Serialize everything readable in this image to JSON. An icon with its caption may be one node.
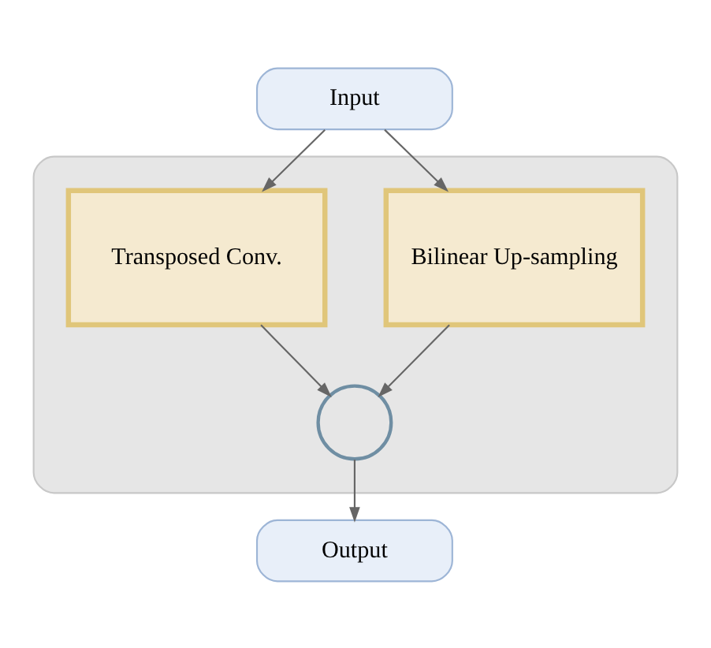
{
  "diagram": {
    "nodes": [
      {
        "text": [
          "Input"
        ]
      },
      {
        "text": [],
        "shape": "box"
      },
      {
        "text": [
          "Bilinear Up-sampling"
        ],
        "in": 1
      },
      {
        "text": [
          "Transposed Conv."
        ],
        "in": 1
      },
      {
        "text": [],
        "shape": "circle",
        "in": 1
      },
      {
        "text": [
          "Output"
        ]
      }
    ],
    "edges": [
      {
        "from": 0,
        "to": 2,
        "arrow": "to"
      },
      {
        "from": 0,
        "to": 3,
        "arrow": "to"
      },
      {
        "from": 2,
        "to": 4,
        "arrow": "to"
      },
      {
        "from": 3,
        "to": 4,
        "arrow": "to"
      },
      {
        "from": 4,
        "to": 5,
        "arrow": "to"
      }
    ]
  }
}
